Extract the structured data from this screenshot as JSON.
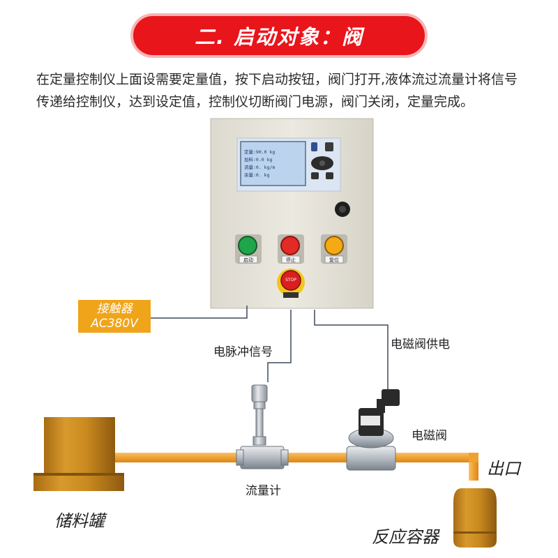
{
  "title": "二. 启动对象：阀",
  "description": "在定量控制仪上面设需要定量值，按下启动按钮，阀门打开,液体流过流量计将信号传递给控制仪，达到设定值，控制仪切断阀门电源，阀门关闭，定量完成。",
  "contactor": {
    "line1": "接触器",
    "line2": "AC380V"
  },
  "labels": {
    "pulse_signal": "电脉冲信号",
    "valve_power": "电磁阀供电",
    "solenoid_valve": "电磁阀",
    "outlet": "出口",
    "flowmeter": "流量计",
    "storage_tank": "储料罐",
    "reactor": "反应容器"
  },
  "display": {
    "line1": "定量:90.0  kg",
    "line2": "加料:0.0  kg",
    "line3": "流量:0. kg/m",
    "line4": "余量:0.  kg"
  },
  "buttons": {
    "start": "启动",
    "stop": "停止",
    "reset": "复位",
    "estop": "STOP"
  },
  "colors": {
    "banner": "#e8151b",
    "pipe": "#f0a131",
    "tank": "#c9891f",
    "cabinet": "#e9e6dc",
    "contactor": "#f0a419",
    "wire": "#3d4a5a"
  }
}
